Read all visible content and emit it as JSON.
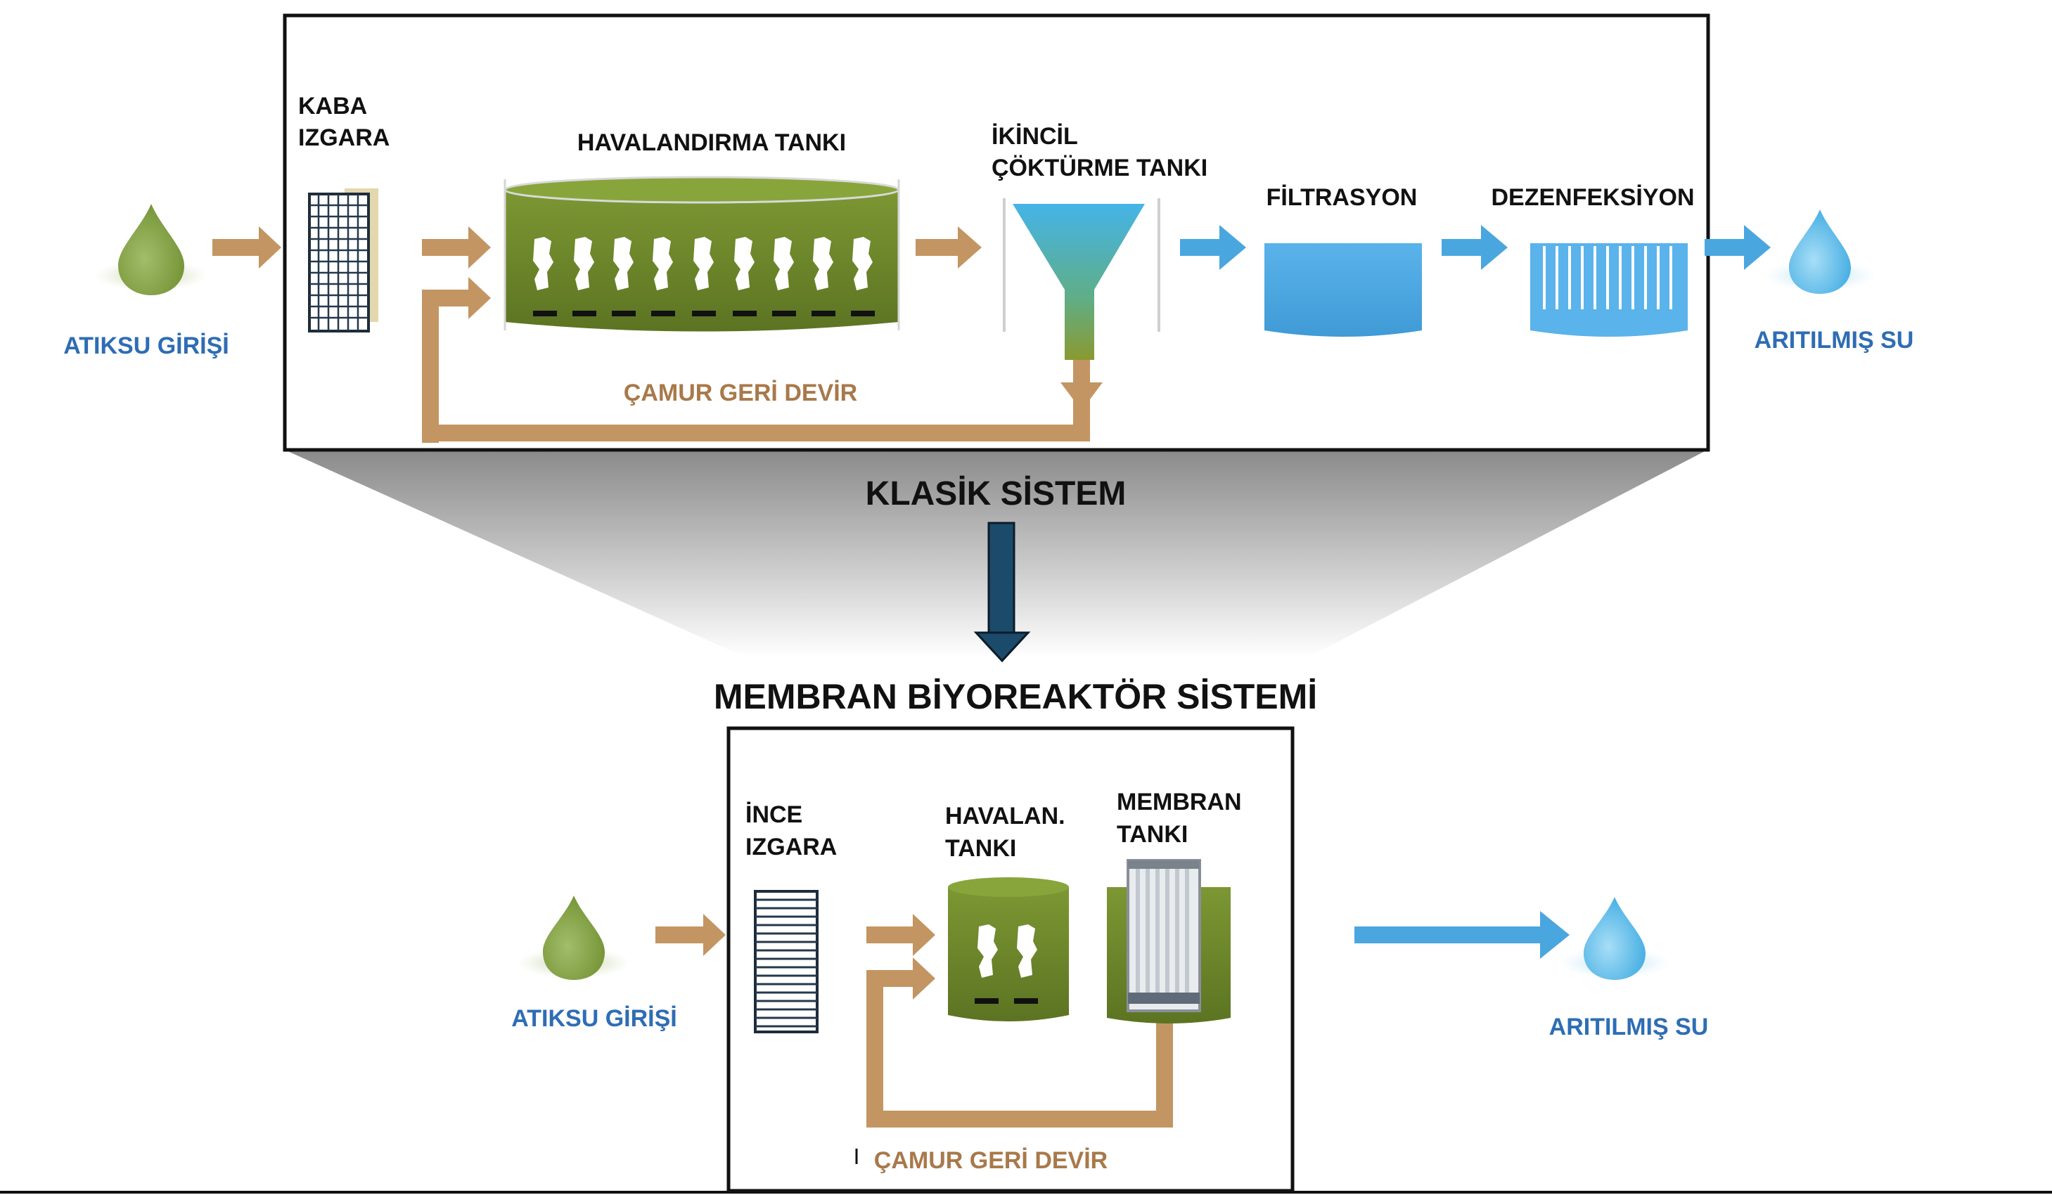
{
  "classic": {
    "title": "KLASİK SİSTEM",
    "inlet_label": "ATIKSU GİRİŞİ",
    "outlet_label": "ARITILMIŞ SU",
    "coarse_screen": {
      "line1": "KABA",
      "line2": "IZGARA"
    },
    "aeration_tank": "HAVALANDIRMA TANKI",
    "secondary_clarifier": {
      "line1": "İKİNCİL",
      "line2": "ÇÖKTÜRME TANKI"
    },
    "filtration": "FİLTRASYON",
    "disinfection": "DEZENFEKSİYON",
    "sludge_return": "ÇAMUR GERİ DEVİR"
  },
  "mbr": {
    "title": "MEMBRAN BİYOREAKTÖR SİSTEMİ",
    "inlet_label": "ATIKSU GİRİŞİ",
    "outlet_label": "ARITILMIŞ SU",
    "fine_screen": {
      "line1": "İNCE",
      "line2": "IZGARA"
    },
    "aeration_tank": {
      "line1": "HAVALAN.",
      "line2": "TANKI"
    },
    "membrane_tank": {
      "line1": "MEMBRAN",
      "line2": "TANKI"
    },
    "sludge_return": "ÇAMUR GERİ DEVİR"
  },
  "colors": {
    "blue_label": "#2e6db4",
    "brown_label": "#a8794a",
    "arrow_brown": "#c39562",
    "arrow_blue": "#4aa6df",
    "green_tank": "#6f8a2c",
    "black_text": "#111111",
    "dark_arrow": "#1c4a6b"
  }
}
